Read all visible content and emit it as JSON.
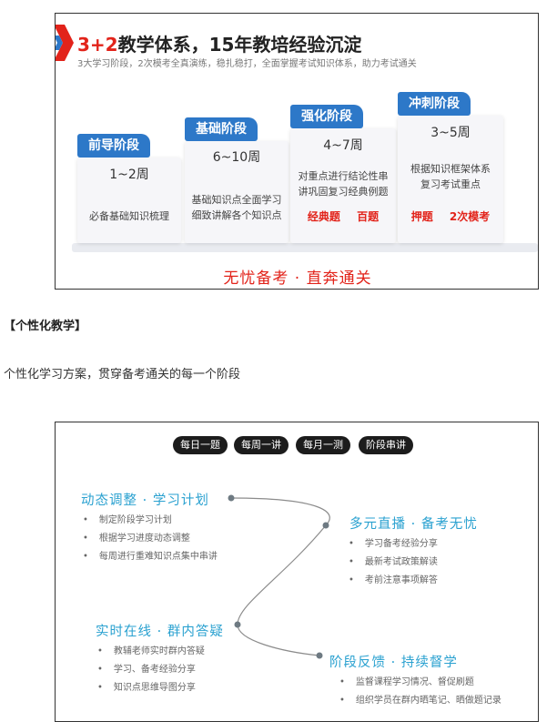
{
  "figure1": {
    "title_red": "3+2",
    "title_rest": "教学体系，15年教培经验沉淀",
    "subtitle": "3大学习阶段，2次模考全真演练，稳扎稳打，全面掌握考试知识体系，助力考试通关",
    "stages": [
      {
        "name": "前导阶段",
        "weeks": "1~2周",
        "desc": [
          "必备基础知识梳理"
        ],
        "highlight": ""
      },
      {
        "name": "基础阶段",
        "weeks": "6~10周",
        "desc": [
          "基础知识点全面学习",
          "细致讲解各个知识点"
        ],
        "highlight": ""
      },
      {
        "name": "强化阶段",
        "weeks": "4~7周",
        "desc": [
          "对重点进行结论性串",
          "讲巩固复习经典例题"
        ],
        "highlight": "经典题 百题"
      },
      {
        "name": "冲刺阶段",
        "weeks": "3~5周",
        "desc": [
          "根据知识框架体系",
          "复习考试重点"
        ],
        "highlight": "押题 2次模考"
      }
    ],
    "slogan": "无忧备考 · 直奔通关",
    "colors": {
      "accent_red": "#e2231a",
      "tag_blue": "#2d78c8"
    }
  },
  "section2": {
    "heading": "【个性化教学】",
    "paragraph": "个性化学习方案，贯穿备考通关的每一个阶段"
  },
  "figure2": {
    "pills": [
      "每日一题",
      "每周一讲",
      "每月一测",
      "阶段串讲"
    ],
    "sections": [
      {
        "title": "动态调整 · 学习计划",
        "items": [
          "制定阶段学习计划",
          "根据学习进度动态调整",
          "每周进行重难知识点集中串讲"
        ]
      },
      {
        "title": "多元直播 · 备考无忧",
        "items": [
          "学习备考经验分享",
          "最新考试政策解读",
          "考前注意事项解答"
        ]
      },
      {
        "title": "实时在线 · 群内答疑",
        "items": [
          "教辅老师实时群内答疑",
          "学习、备考经验分享",
          "知识点思维导图分享"
        ]
      },
      {
        "title": "阶段反馈 · 持续督学",
        "items": [
          "监督课程学习情况、督促刷题",
          "组织学员在群内晒笔记、晒做题记录"
        ]
      }
    ],
    "colors": {
      "section_blue": "#2aa1d0",
      "curve_gray": "#8c8c8c"
    }
  }
}
